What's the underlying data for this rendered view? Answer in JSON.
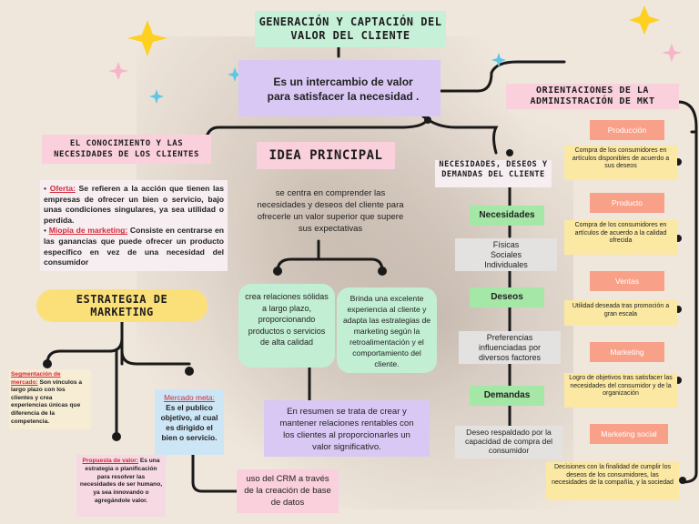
{
  "title": {
    "line1": "GENERACIÓN Y CAPTACIÓN DEL",
    "line2": "VALOR DEL CLIENTE"
  },
  "intro": "Es un intercambio de valor para satisfacer la necesidad .",
  "conocimiento": {
    "heading": "EL CONOCIMIENTO Y LAS NECESIDADES DE LOS CLIENTES",
    "oferta_term": "Oferta:",
    "oferta_text": " Se refieren a la acción que tienen las empresas de ofrecer un bien o servicio, bajo unas condiciones singulares, ya sea utilidad o perdida.",
    "miopia_term": "Miopía de marketing:",
    "miopia_text": " Consiste en centrarse en las ganancias que puede ofrecer un producto específico en vez de una necesidad del consumidor"
  },
  "idea": {
    "heading": "IDEA PRINCIPAL",
    "text": "se centra en comprender las necesidades y deseos del cliente para ofrecerle un valor superior que supere sus expectativas",
    "left": "crea relaciones sólidas a largo plazo, proporcionando productos o servicios de alta calidad",
    "right": "Brinda una excelente experiencia al cliente y adapta las estrategias de marketing según la retroalimentación y el comportamiento del cliente.",
    "summary": "En resumen se trata de crear y mantener relaciones rentables con los clientes al proporcionarles un valor significativo.",
    "crm": "uso del CRM a través de la creación de base de datos"
  },
  "estrategia": {
    "heading": "ESTRATEGIA DE MARKETING",
    "segmentacion_term": "Segmentación de mercado:",
    "segmentacion_text": " Son vínculos a largo plazo con los clientes y crea experiencias únicas que diferencia de la competencia.",
    "propuesta_term": "Propuesta de valor:",
    "propuesta_text": " Es una estrategia o planificación para resolver las necesidades de ser humano, ya sea innovando o agregándole valor.",
    "mercado_term": "Mercado meta:",
    "mercado_text": " Es el publico objetivo, al cual es dirigido el bien o servicio."
  },
  "necesidades": {
    "heading": "NECESIDADES, DESEOS Y DEMANDAS DEL CLIENTE",
    "necesidades_label": "Necesidades",
    "necesidades_desc": "Físicas Sociales Individuales",
    "deseos_label": "Deseos",
    "deseos_desc": "Preferencias influenciadas por diversos factores",
    "demandas_label": "Demandas",
    "demandas_desc": "Deseo respaldado por la capacidad de compra del consumidor"
  },
  "orientaciones": {
    "heading": "ORIENTACIONES DE LA ADMINISTRACIÓN DE MKT",
    "items": [
      {
        "label": "Producción",
        "desc": "Compra de los consumidores en artículos disponibles de acuerdo a sus deseos"
      },
      {
        "label": "Producto",
        "desc": "Compra de los consumidores en artículos de acuerdo a la calidad ofrecida"
      },
      {
        "label": "Ventas",
        "desc": "Utilidad deseada tras promoción a gran escala"
      },
      {
        "label": "Marketing",
        "desc": "Logro de objetivos tras satisfacer las necesidades del consumidor y de la organización"
      },
      {
        "label": "Marketing social",
        "desc": "Decisiones con la finalidad de cumplir los deseos de los consumidores, las necesidades de la compañía, y la sociedad"
      }
    ]
  },
  "colors": {
    "pink": "#f9d0dc",
    "lavender": "#d9c8f4",
    "green": "#a4e7a7",
    "salmon": "#f9a089",
    "yellow": "#fbe8a3",
    "mint": "#c2eed4",
    "red_text": "#d6283b"
  }
}
